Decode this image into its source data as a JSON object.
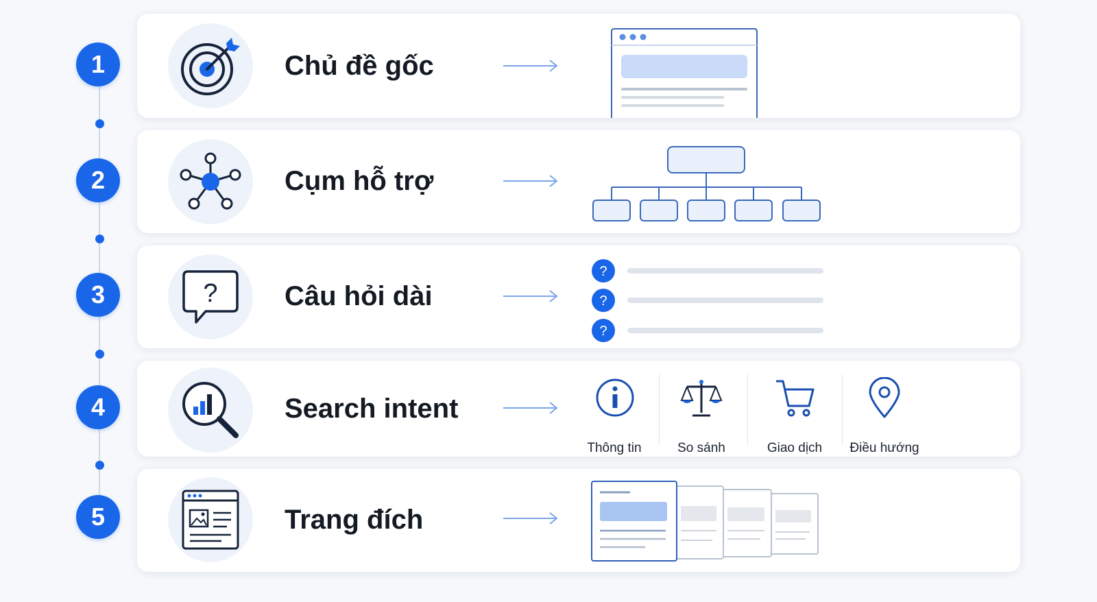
{
  "steps": [
    {
      "number": "1",
      "title": "Chủ đề gốc",
      "icon": "target-icon",
      "illustration": "webpage-wireframe"
    },
    {
      "number": "2",
      "title": "Cụm hỗ trợ",
      "icon": "network-hub-icon",
      "illustration": "hierarchy-tree"
    },
    {
      "number": "3",
      "title": "Câu hỏi dài",
      "icon": "question-bubble-icon",
      "illustration": "question-list"
    },
    {
      "number": "4",
      "title": "Search intent",
      "icon": "search-chart-icon",
      "illustration": "intent-types"
    },
    {
      "number": "5",
      "title": "Trang đích",
      "icon": "landing-page-icon",
      "illustration": "stacked-pages"
    }
  ],
  "intents": [
    {
      "label": "Thông tin",
      "icon": "info-icon"
    },
    {
      "label": "So sánh",
      "icon": "scale-icon"
    },
    {
      "label": "Giao dịch",
      "icon": "cart-icon"
    },
    {
      "label": "Điều hướng",
      "icon": "map-pin-icon"
    }
  ],
  "colors": {
    "accent": "#1a66e8",
    "icon_dark": "#16233a",
    "light_blue": "#c9dbf8",
    "card_bg": "#ffffff",
    "page_bg": "#f6f8fb"
  }
}
